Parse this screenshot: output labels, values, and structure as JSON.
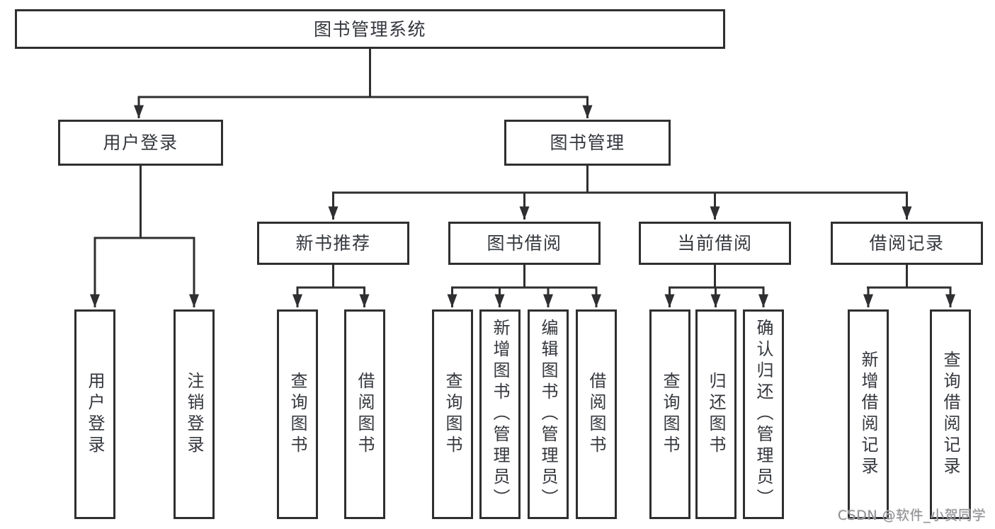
{
  "colors": {
    "line": "#2f2f31",
    "text": "#34373c",
    "background": "#ffffff",
    "watermark": "#8e8e92"
  },
  "watermark": {
    "text": "CSDN @软件_小贺同学"
  },
  "tree": {
    "label": "图书管理系统",
    "children": [
      {
        "label": "用户登录",
        "children": [
          {
            "label": "用户登录"
          },
          {
            "label": "注销登录"
          }
        ]
      },
      {
        "label": "图书管理",
        "children": [
          {
            "label": "新书推荐",
            "children": [
              {
                "label": "查询图书"
              },
              {
                "label": "借阅图书"
              }
            ]
          },
          {
            "label": "图书借阅",
            "children": [
              {
                "label": "查询图书"
              },
              {
                "label": "新增图书（管理员）"
              },
              {
                "label": "编辑图书（管理员）"
              },
              {
                "label": "借阅图书"
              }
            ]
          },
          {
            "label": "当前借阅",
            "children": [
              {
                "label": "查询图书"
              },
              {
                "label": "归还图书"
              },
              {
                "label": "确认归还（管理员）"
              }
            ]
          },
          {
            "label": "借阅记录",
            "children": [
              {
                "label": "新增借阅记录"
              },
              {
                "label": "查询借阅记录"
              }
            ]
          }
        ]
      }
    ]
  }
}
